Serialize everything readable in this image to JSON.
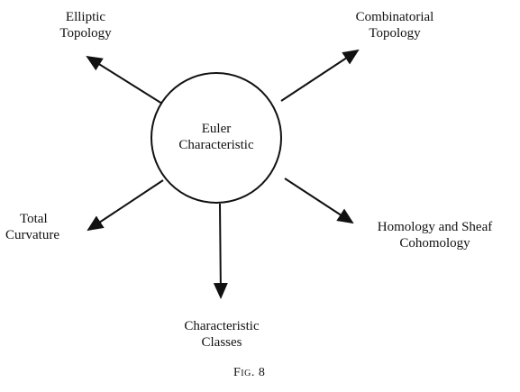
{
  "diagram": {
    "center": {
      "line1": "Euler",
      "line2": "Characteristic"
    },
    "nodes": {
      "elliptic": {
        "line1": "Elliptic",
        "line2": "Topology"
      },
      "combinatorial": {
        "line1": "Combinatorial",
        "line2": "Topology"
      },
      "total_curvature": {
        "line1": "Total",
        "line2": "Curvature"
      },
      "homology": {
        "line1": "Homology and Sheaf",
        "line2": "Cohomology"
      },
      "char_classes": {
        "line1": "Characteristic",
        "line2": "Classes"
      }
    },
    "caption": "Fig. 8"
  },
  "colors": {
    "ink": "#111111",
    "background": "#ffffff"
  }
}
